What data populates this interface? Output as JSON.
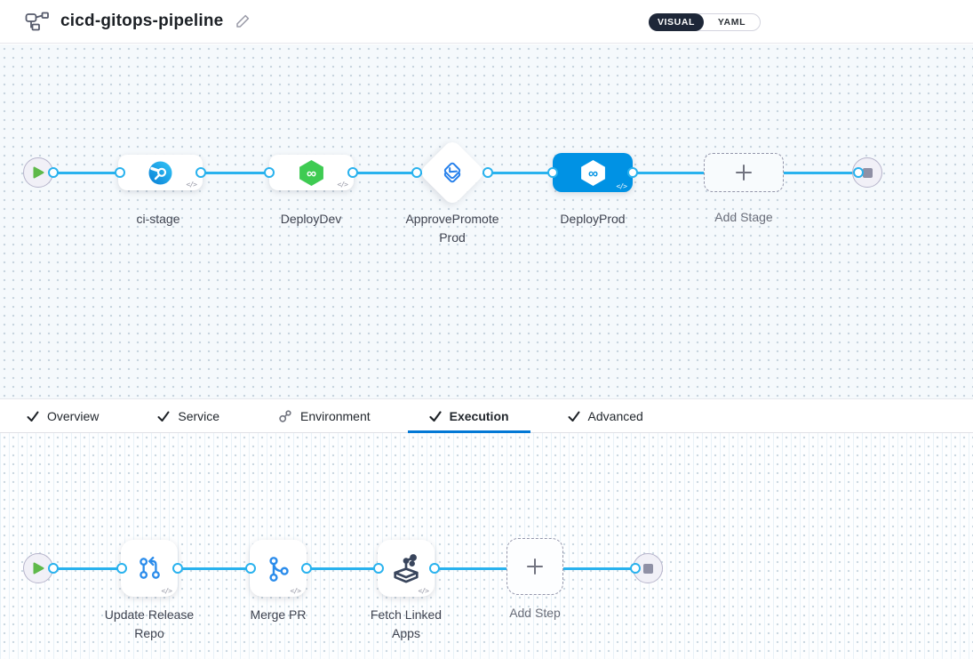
{
  "header": {
    "title": "cicd-gitops-pipeline",
    "view_toggle": {
      "visual_label": "VISUAL",
      "yaml_label": "YAML",
      "selected": "VISUAL"
    }
  },
  "stage_canvas": {
    "stages": [
      {
        "name": "ci-stage",
        "type": "ci"
      },
      {
        "name": "DeployDev",
        "type": "deployment"
      },
      {
        "name": "ApprovePromoteProd",
        "type": "approval"
      },
      {
        "name": "DeployProd",
        "type": "deployment",
        "selected": true
      }
    ],
    "add_stage_label": "Add Stage"
  },
  "tab_bar": {
    "tabs": [
      {
        "label": "Overview",
        "icon": "check"
      },
      {
        "label": "Service",
        "icon": "check"
      },
      {
        "label": "Environment",
        "icon": "environment"
      },
      {
        "label": "Execution",
        "icon": "check",
        "active": true
      },
      {
        "label": "Advanced",
        "icon": "check"
      }
    ]
  },
  "execution_canvas": {
    "steps": [
      {
        "name": "Update Release Repo",
        "icon": "update-release-repo"
      },
      {
        "name": "Merge PR",
        "icon": "merge-pr"
      },
      {
        "name": "Fetch Linked Apps",
        "icon": "fetch-linked-apps"
      }
    ],
    "add_step_label": "Add Step"
  },
  "glyphs": {
    "code": "</>",
    "infinity": "∞"
  },
  "colors": {
    "accent_blue": "#0092e4",
    "connector_blue": "#29b2ee",
    "cd_green": "#3ecb52",
    "approval_blue": "#2680eb",
    "active_tab_underline": "#0278d5",
    "toggle_dark": "#1e2738",
    "canvas_top_bg": "#f5f9fc",
    "canvas_bottom_bg": "#fdfeff"
  }
}
